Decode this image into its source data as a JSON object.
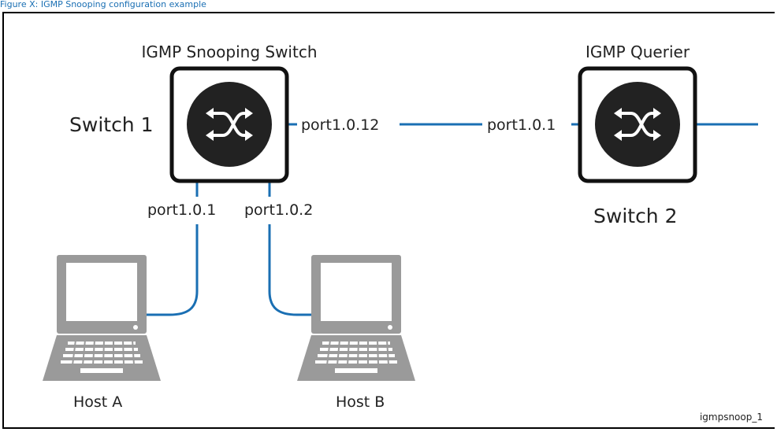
{
  "caption": "Figure X: IGMP Snooping configuration example",
  "labels": {
    "snooping_title": "IGMP Snooping Switch",
    "querier_title": "IGMP Querier",
    "switch1": "Switch 1",
    "switch2": "Switch 2",
    "sw1_uplink_port": "port1.0.12",
    "sw2_port": "port1.0.1",
    "sw1_port_a": "port1.0.1",
    "sw1_port_b": "port1.0.2",
    "host_a": "Host A",
    "host_b": "Host B",
    "figure_id": "igmpsnoop_1"
  },
  "icons": {
    "switch_icon": "network-switch-icon",
    "host_icon": "laptop-icon"
  },
  "colors": {
    "link": "#1a6fb3",
    "device_fill": "#222222",
    "laptop": "#9a9a9a"
  }
}
